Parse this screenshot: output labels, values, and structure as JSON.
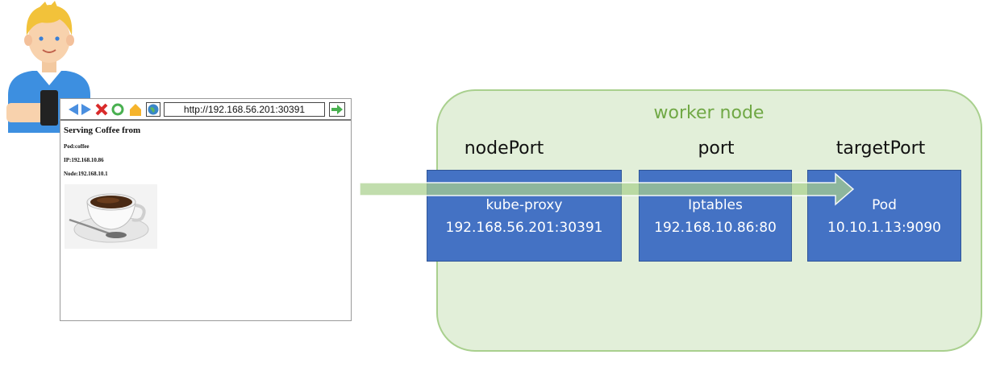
{
  "browser": {
    "url": "http://192.168.56.201:30391",
    "heading": "Serving Coffee from",
    "lines": [
      "Pod:coffee",
      "IP:192.168.10.86",
      "Node:192.168.10.1"
    ]
  },
  "worker_node": {
    "title": "worker node",
    "columns": [
      {
        "header": "nodePort",
        "line1": "kube-proxy",
        "line2": "192.168.56.201:30391"
      },
      {
        "header": "port",
        "line1": "Iptables",
        "line2": "192.168.10.86:80"
      },
      {
        "header": "targetPort",
        "line1": "Pod",
        "line2": "10.10.1.13:9090"
      }
    ]
  },
  "colors": {
    "box_fill": "#4472c4",
    "node_fill": "#e2efd9",
    "node_border": "#a9d08e",
    "title_green": "#70a845",
    "arrow": "#a9d08e"
  }
}
